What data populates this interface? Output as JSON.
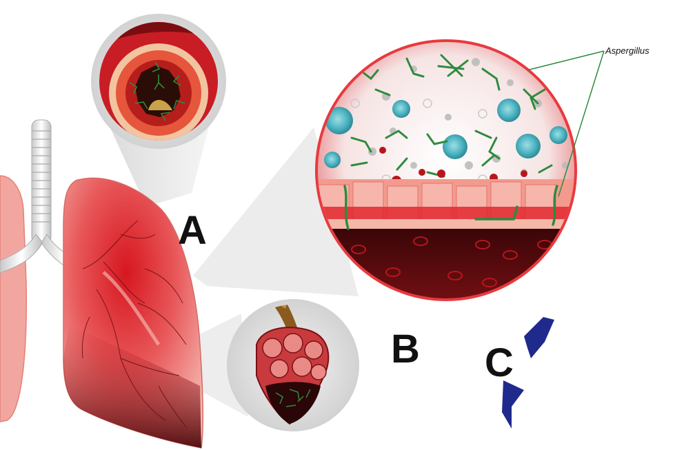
{
  "labels": {
    "a": "A",
    "b": "B",
    "c": "C",
    "organism": "Aspergillus"
  },
  "colors": {
    "tissue_red": "#d9252b",
    "blood_dark": "#5a0b0d",
    "fungus_green": "#2e8b3e",
    "cell_cyan": "#4fb6c4",
    "arrow_blue": "#202a8c",
    "bronchus_brown": "#8a5a1e"
  },
  "icons": [
    "lung",
    "trachea",
    "bronchus-cross-section",
    "alveoli-cluster",
    "magnified-tissue-circle",
    "arrow"
  ]
}
